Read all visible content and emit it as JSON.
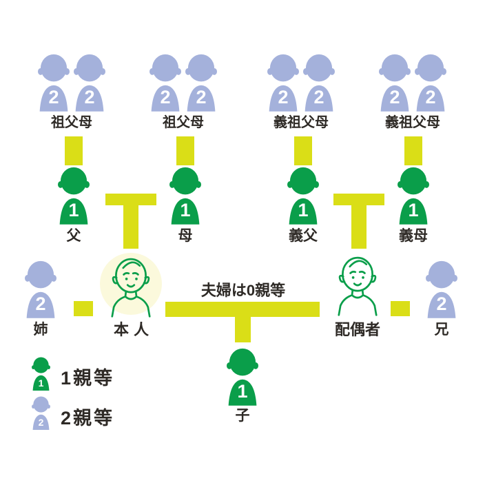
{
  "palette": {
    "green": "#0a9e4a",
    "blue": "#a4b1db",
    "connector": "#dade17",
    "self_halo": "#fbf9dc",
    "text": "#2e2a26"
  },
  "diagram": {
    "grandparent_pairs": [
      {
        "label": "祖父母",
        "degree": "2"
      },
      {
        "label": "祖父母",
        "degree": "2"
      },
      {
        "label": "義祖父母",
        "degree": "2"
      },
      {
        "label": "義祖父母",
        "degree": "2"
      }
    ],
    "parents": [
      {
        "label": "父",
        "degree": "1"
      },
      {
        "label": "母",
        "degree": "1"
      },
      {
        "label": "義父",
        "degree": "1"
      },
      {
        "label": "義母",
        "degree": "1"
      }
    ],
    "sister": {
      "label": "姉",
      "degree": "2"
    },
    "self": {
      "label": "本人"
    },
    "spouse": {
      "label": "配偶者"
    },
    "brother": {
      "label": "兄",
      "degree": "2"
    },
    "child": {
      "label": "子",
      "degree": "1"
    },
    "couple_note": "夫婦は0親等"
  },
  "legend": [
    {
      "label": "1親等",
      "degree": "1"
    },
    {
      "label": "2親等",
      "degree": "2"
    }
  ]
}
